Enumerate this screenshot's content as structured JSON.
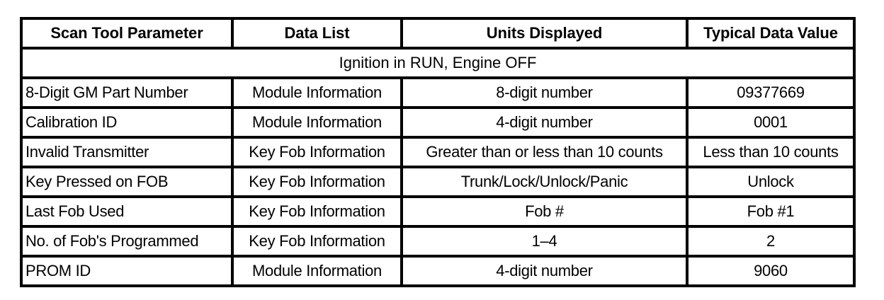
{
  "table": {
    "columns": [
      "Scan Tool Parameter",
      "Data List",
      "Units Displayed",
      "Typical Data Value"
    ],
    "section_banner": "Ignition in RUN, Engine OFF",
    "rows": [
      {
        "parameter": "8-Digit GM Part Number",
        "data_list": "Module Information",
        "units": "8-digit number",
        "value": "09377669"
      },
      {
        "parameter": "Calibration ID",
        "data_list": "Module Information",
        "units": "4-digit number",
        "value": "0001"
      },
      {
        "parameter": "Invalid Transmitter",
        "data_list": "Key Fob Information",
        "units": "Greater than or less than 10 counts",
        "value": "Less than 10 counts"
      },
      {
        "parameter": "Key Pressed on FOB",
        "data_list": "Key Fob Information",
        "units": "Trunk/Lock/Unlock/Panic",
        "value": "Unlock"
      },
      {
        "parameter": "Last Fob Used",
        "data_list": "Key Fob Information",
        "units": "Fob #",
        "value": "Fob #1"
      },
      {
        "parameter": "No. of Fob's Programmed",
        "data_list": "Key Fob Information",
        "units": "1–4",
        "value": "2"
      },
      {
        "parameter": "PROM ID",
        "data_list": "Module Information",
        "units": "4-digit number",
        "value": "9060"
      }
    ]
  },
  "style": {
    "border_color": "#000000",
    "background": "#ffffff",
    "text_color": "#000000"
  }
}
